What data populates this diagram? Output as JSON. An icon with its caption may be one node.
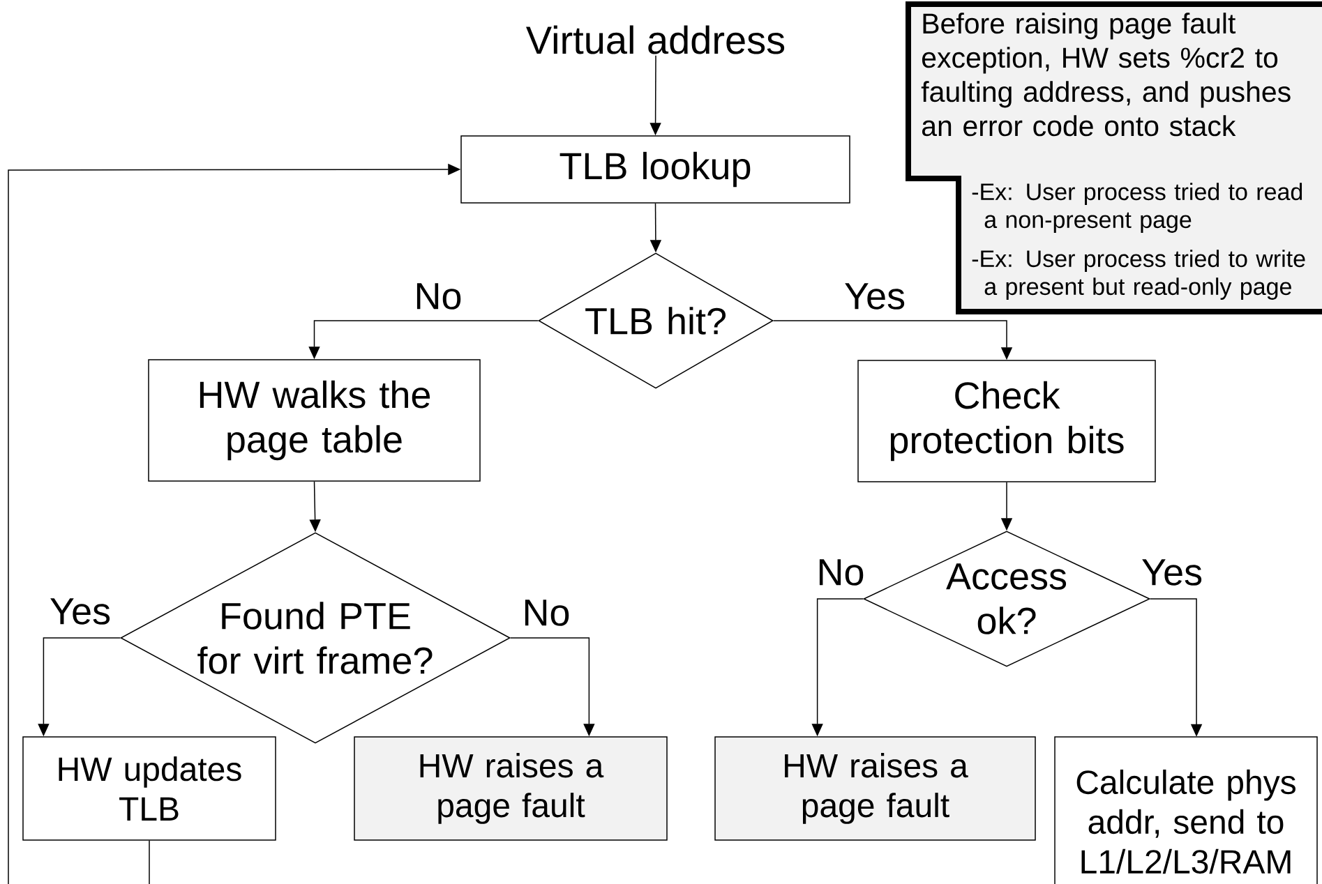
{
  "diagram": {
    "nodes": [
      {
        "text": [
          "Virtual address"
        ]
      },
      {
        "text": [
          "TLB lookup"
        ]
      },
      {
        "text": [
          "TLB hit?"
        ]
      },
      {
        "text": [
          "HW walks the page table"
        ]
      },
      {
        "text": [
          "Check protection bits"
        ]
      },
      {
        "text": [
          "Found PTE for virt frame?"
        ]
      },
      {
        "text": [
          "Access ok?"
        ]
      },
      {
        "text": [
          "HW updates TLB"
        ]
      },
      {
        "text": [
          "HW raises a page fault"
        ]
      },
      {
        "text": [
          "HW raises a page fault"
        ]
      },
      {
        "text": [
          "Calculate phys addr, send to L1/L2/L3/RAM"
        ]
      },
      {
        "text": [
          "Before raising page fault exception, HW sets %cr2 to faulting address, and pushes an error code onto stack",
          "-Ex: User process tried to read a non-present page",
          "-Ex: User process tried to write a present but read-only page"
        ]
      }
    ],
    "edges": [
      {
        "from": 0,
        "to": 1,
        "arrow": "to"
      },
      {
        "from": 1,
        "to": 2,
        "arrow": "to"
      },
      {
        "from": 2,
        "to": 3,
        "arrow": "to",
        "label": "No"
      },
      {
        "from": 2,
        "to": 4,
        "arrow": "to",
        "label": "Yes"
      },
      {
        "from": 3,
        "to": 5,
        "arrow": "to"
      },
      {
        "from": 4,
        "to": 6,
        "arrow": "to"
      },
      {
        "from": 5,
        "to": 7,
        "arrow": "to",
        "label": "Yes"
      },
      {
        "from": 5,
        "to": 8,
        "arrow": "to",
        "label": "No"
      },
      {
        "from": 6,
        "to": 9,
        "arrow": "to",
        "label": "No"
      },
      {
        "from": 6,
        "to": 10,
        "arrow": "to",
        "label": "Yes"
      },
      {
        "from": 7,
        "to": 1,
        "arrow": "to"
      }
    ]
  }
}
